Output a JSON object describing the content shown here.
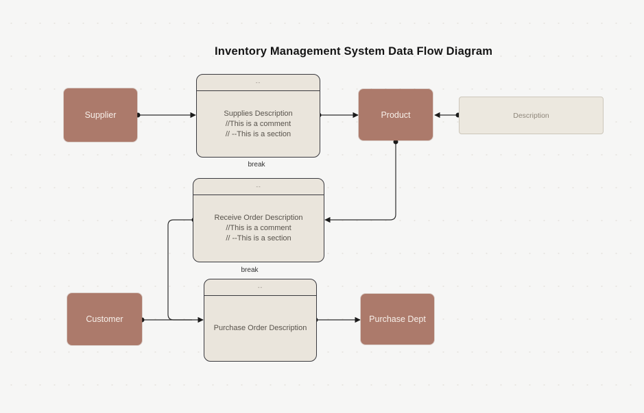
{
  "title": "Inventory Management System Data Flow Diagram",
  "nodes": {
    "supplier": {
      "label": "Supplier"
    },
    "product": {
      "label": "Product"
    },
    "customer": {
      "label": "Customer"
    },
    "purchase_dept": {
      "label": "Purchase Dept"
    },
    "description": {
      "label": "Description"
    }
  },
  "processes": {
    "supplies": {
      "header": "--",
      "lines": [
        "Supplies Description",
        "//This is a comment",
        "// --This is a section"
      ],
      "break_label": "break"
    },
    "receive_order": {
      "header": "--",
      "lines": [
        "Receive Order Description",
        "//This is a comment",
        "// --This is a section"
      ],
      "break_label": "break"
    },
    "purchase_order": {
      "header": "--",
      "lines": [
        "Purchase Order Description"
      ]
    }
  },
  "edges": [
    {
      "from": "supplier",
      "to": "supplies-process"
    },
    {
      "from": "supplies-process",
      "to": "product"
    },
    {
      "from": "description",
      "to": "product"
    },
    {
      "from": "product",
      "to": "receive-order-process"
    },
    {
      "from": "receive-order-process",
      "to": "purchase-order-process"
    },
    {
      "from": "customer",
      "to": "purchase-order-process"
    },
    {
      "from": "purchase-order-process",
      "to": "purchase-dept"
    }
  ],
  "colors": {
    "entity_fill": "#ac7a6b",
    "entity_text": "#f7efe9",
    "process_fill": "#eae5dc",
    "process_border": "#38383d",
    "edge": "#2b2b2b",
    "background": "#f6f6f5"
  }
}
